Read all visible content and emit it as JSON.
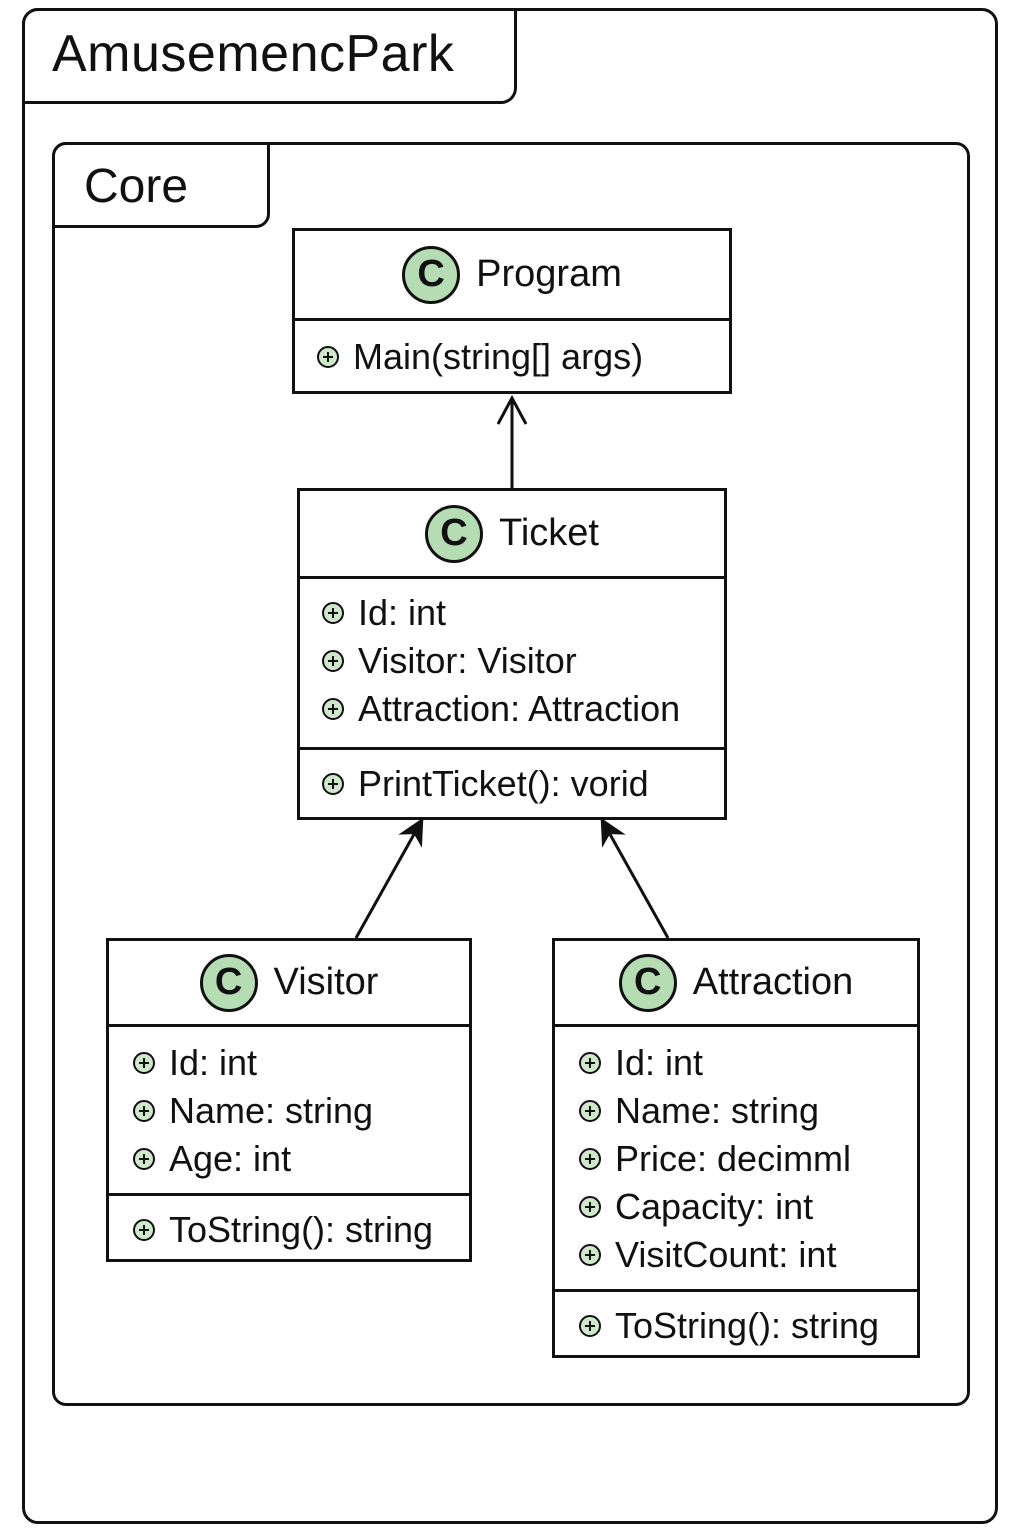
{
  "outer_package": {
    "title": "AmusemencPark"
  },
  "inner_package": {
    "title": "Core"
  },
  "classes": {
    "program": {
      "stereotype": "C",
      "name": "Program",
      "attributes": [],
      "methods": [
        "Main(string[] args)"
      ]
    },
    "ticket": {
      "stereotype": "C",
      "name": "Ticket",
      "attributes": [
        "Id: int",
        "Visitor: Visitor",
        "Attraction: Attraction"
      ],
      "methods": [
        "PrintTicket(): vorid"
      ]
    },
    "visitor": {
      "stereotype": "C",
      "name": "Visitor",
      "attributes": [
        "Id: int",
        "Name: string",
        "Age: int"
      ],
      "methods": [
        "ToString(): string"
      ]
    },
    "attraction": {
      "stereotype": "C",
      "name": "Attraction",
      "attributes": [
        "Id: int",
        "Name: string",
        "Price: decimml",
        "Capacity: int",
        "VisitCount: int"
      ],
      "methods": [
        "ToString(): string"
      ]
    }
  },
  "relations": [
    {
      "from": "ticket",
      "to": "program",
      "arrow": "open"
    },
    {
      "from": "visitor",
      "to": "ticket",
      "arrow": "filled"
    },
    {
      "from": "attraction",
      "to": "ticket",
      "arrow": "filled"
    }
  ],
  "colors": {
    "badge_fill": "#b6dcb4",
    "plus_fill": "#cfe8cc",
    "line": "#111111"
  }
}
